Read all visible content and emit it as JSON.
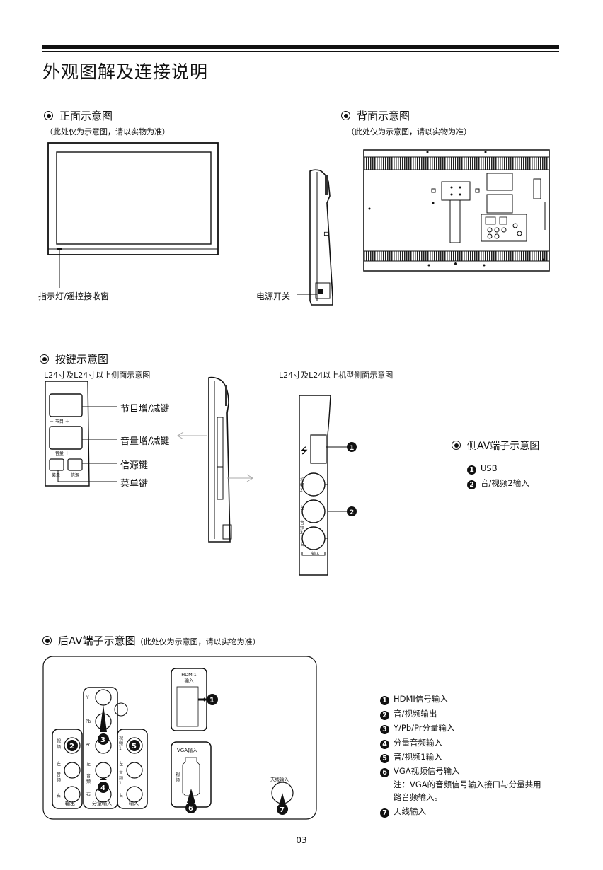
{
  "page": {
    "title": "外观图解及连接说明",
    "page_number": "03"
  },
  "front": {
    "heading": "正面示意图",
    "note": "（此处仅为示意图，请以实物为准）",
    "indicator_label": "指示灯/遥控接收窗",
    "power_label": "电源开关"
  },
  "back": {
    "heading": "背面示意图",
    "note": "（此处仅为示意图，请以实物为准）"
  },
  "buttons": {
    "heading": "按键示意图",
    "left_caption": "L24寸及L24寸以上侧面示意图",
    "right_caption": "L24寸及L24以上机型侧面示意图",
    "labels": {
      "program": "节目增/减键",
      "volume": "音量增/减键",
      "source": "信源键",
      "menu": "菜单键"
    },
    "panel_text": {
      "program": "－ 节目 ＋",
      "volume": "－ 音量 ＋",
      "menu": "菜单",
      "source": "信源"
    }
  },
  "side_av": {
    "heading": "侧AV端子示意图",
    "items": [
      {
        "num": "1",
        "label": "USB"
      },
      {
        "num": "2",
        "label": "音/视频2输入"
      }
    ],
    "panel_text": {
      "video": "视频2",
      "left": "左",
      "audio": "音频2",
      "right": "右",
      "input": "输入"
    }
  },
  "rear_av": {
    "heading": "后AV端子示意图",
    "note": "（此处仅为示意图，请以实物为准）",
    "items": [
      {
        "num": "1",
        "label": "HDMI信号输入"
      },
      {
        "num": "2",
        "label": "音/视频输出"
      },
      {
        "num": "3",
        "label": "Y/Pb/Pr分量输入"
      },
      {
        "num": "4",
        "label": "分量音频输入"
      },
      {
        "num": "5",
        "label": "音/视频1输入"
      },
      {
        "num": "6",
        "label": "VGA视频信号输入"
      },
      {
        "num": "7",
        "label": "天线输入"
      }
    ],
    "vga_note_line1": "注：VGA的音频信号输入接口与分量共用一",
    "vga_note_line2": "路音频输入。",
    "panel_text": {
      "hdmi": "HDMI1",
      "hdmi_sub": "输入",
      "vga": "VGA输入",
      "vga_side": "视频",
      "antenna": "天线输入",
      "output": "输出",
      "component_audio": "分量输入",
      "input": "输入",
      "y": "Y",
      "pb": "Pb",
      "pr": "Pr",
      "video": "视频",
      "video1": "视频1",
      "left": "左",
      "right": "右",
      "audio": "音频",
      "audio1": "音频1"
    }
  }
}
